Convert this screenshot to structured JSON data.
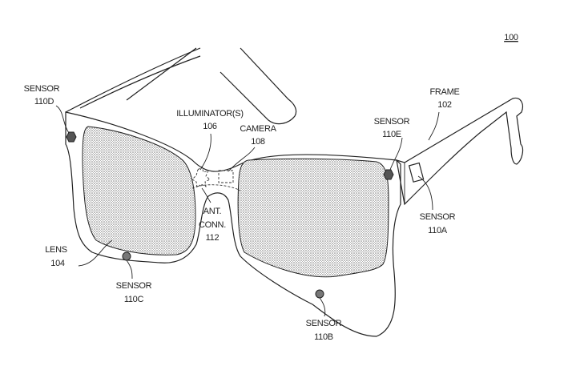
{
  "figure_ref": "100",
  "labels": {
    "sensor_110d": {
      "name": "SENSOR",
      "ref": "110D"
    },
    "illuminator": {
      "name": "ILLUMINATOR(S)",
      "ref": "106"
    },
    "camera": {
      "name": "CAMERA",
      "ref": "108"
    },
    "ant_conn": {
      "name1": "ANT.",
      "name2": "CONN.",
      "ref": "112"
    },
    "lens": {
      "name": "LENS",
      "ref": "104"
    },
    "sensor_110c": {
      "name": "SENSOR",
      "ref": "110C"
    },
    "frame": {
      "name": "FRAME",
      "ref": "102"
    },
    "sensor_110e": {
      "name": "SENSOR",
      "ref": "110E"
    },
    "sensor_110a": {
      "name": "SENSOR",
      "ref": "110A"
    },
    "sensor_110b": {
      "name": "SENSOR",
      "ref": "110B"
    }
  }
}
